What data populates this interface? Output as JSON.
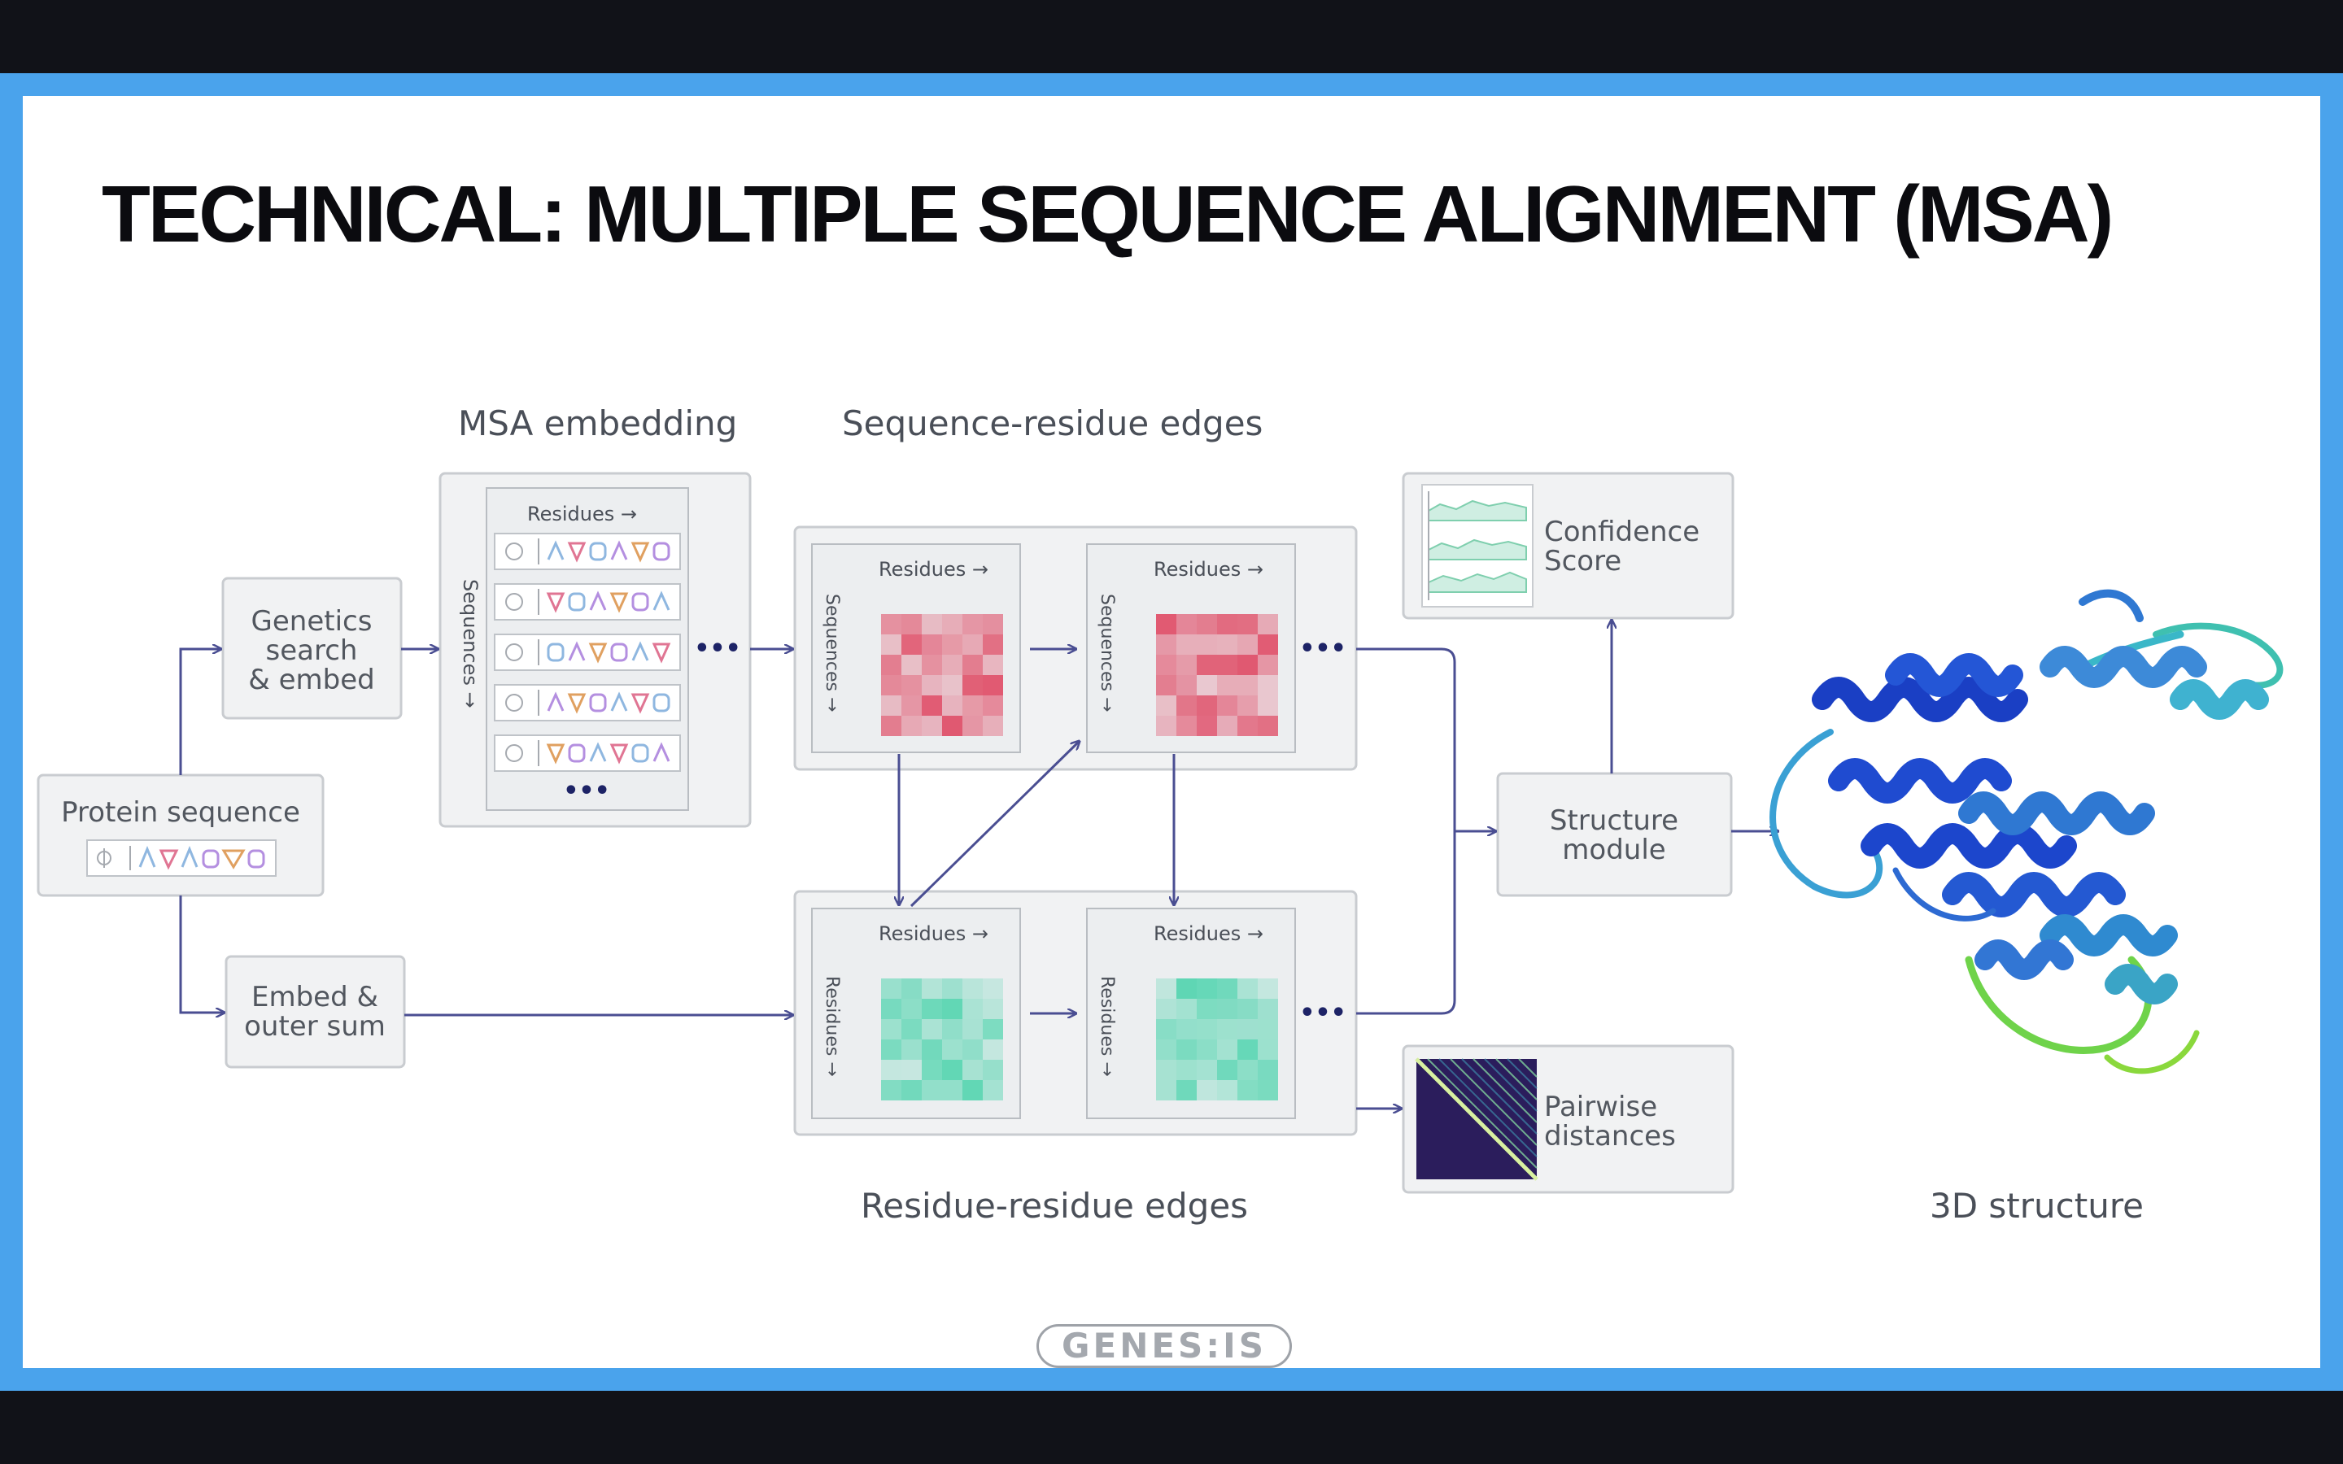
{
  "slide": {
    "title": "TECHNICAL: MULTIPLE SEQUENCE ALIGNMENT (MSA)",
    "logo_text": "GENES:IS"
  },
  "diagram": {
    "section_labels": {
      "msa_embedding": "MSA embedding",
      "sequence_residue_edges": "Sequence-residue edges",
      "residue_residue_edges": "Residue-residue edges",
      "structure_3d": "3D structure"
    },
    "boxes": {
      "protein_sequence": "Protein sequence",
      "genetics_line1": "Genetics",
      "genetics_line2": "search",
      "genetics_line3": "& embed",
      "embed_line1": "Embed &",
      "embed_line2": "outer sum",
      "structure_line1": "Structure",
      "structure_line2": "module",
      "confidence_line1": "Confidence",
      "confidence_line2": "Score",
      "pairwise_line1": "Pairwise",
      "pairwise_line2": "distances"
    },
    "axis_labels": {
      "residues": "Residues →",
      "sequences": "Sequences →",
      "residues_vertical": "Residues →"
    },
    "ellipsis": "•••",
    "colors": {
      "arrow": "#4a4e92",
      "box_fill": "#f1f2f3",
      "box_stroke": "#c9ccd0",
      "red_heatmap": "#e0576f",
      "teal_heatmap": "#5fd6b4",
      "protein_blue": "#1f4fd0"
    }
  }
}
